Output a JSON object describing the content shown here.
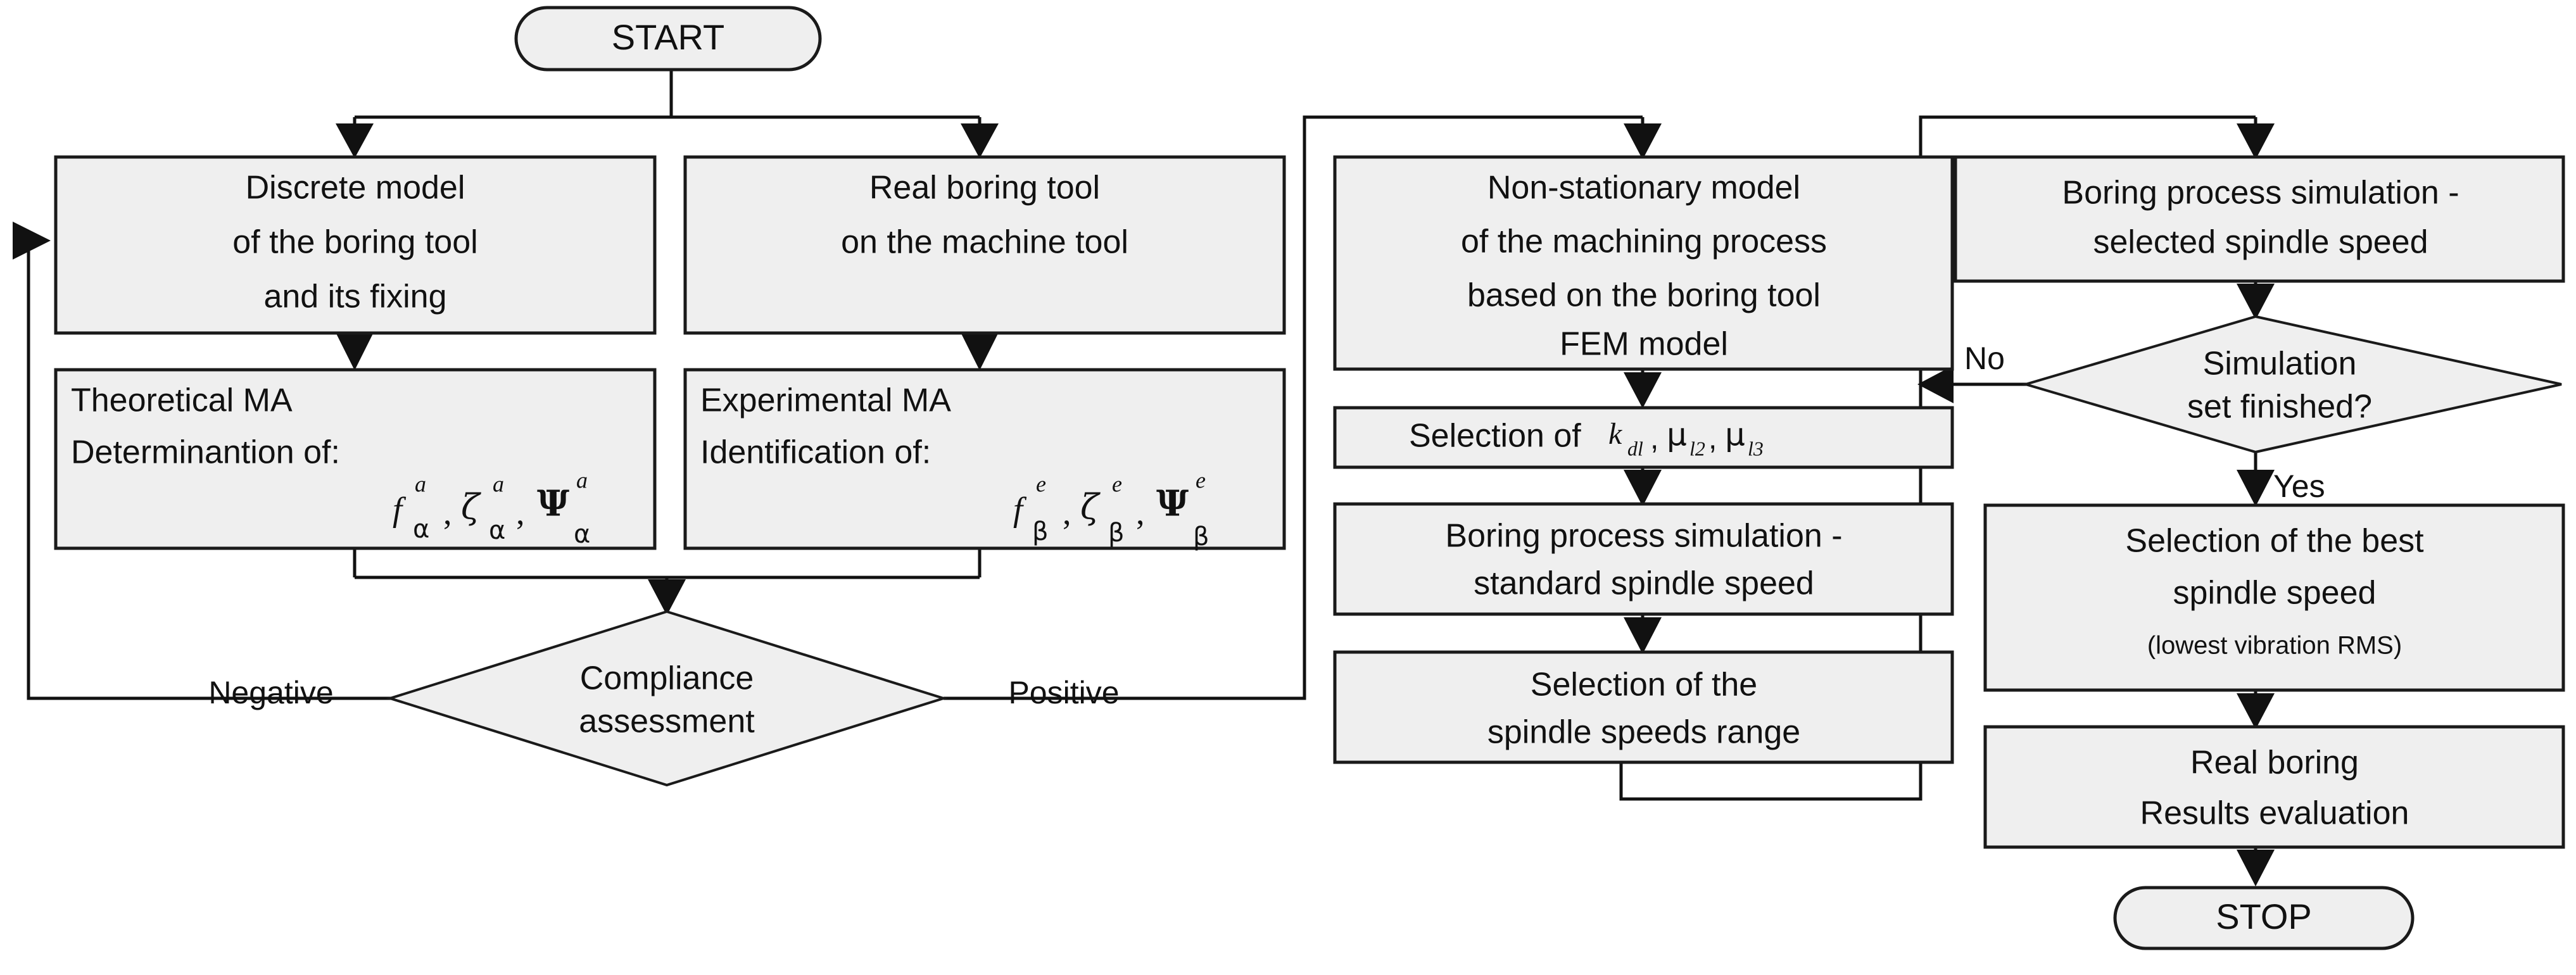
{
  "diagram": {
    "title": "Boring process optimization methodology flowchart",
    "colors": {
      "node_fill": "#efefef",
      "stroke": "#1a1a1a",
      "background": "#ffffff"
    },
    "terminals": {
      "start": "START",
      "stop": "STOP"
    },
    "nodes": {
      "discrete_model": {
        "line1": "Discrete model",
        "line2": "of the boring tool",
        "line3": "and its fixing"
      },
      "real_tool": {
        "line1": "Real boring tool",
        "line2": "on the machine tool"
      },
      "theoretical_ma": {
        "line1": "Theoretical MA",
        "line2": "Determinantion of:",
        "math": "fᵃα , ζᵃα, Ψᵃα",
        "symbols": [
          {
            "base": "f",
            "sup": "a",
            "sub": "α"
          },
          {
            "base": "ζ",
            "sup": "a",
            "sub": "α"
          },
          {
            "base": "Ψ",
            "sup": "a",
            "sub": "α"
          }
        ]
      },
      "experimental_ma": {
        "line1": "Experimental MA",
        "line2": "Identification of:",
        "math": "fᵉβ , ζᵉβ, Ψᵉβ",
        "symbols": [
          {
            "base": "f",
            "sup": "e",
            "sub": "β"
          },
          {
            "base": "ζ",
            "sup": "e",
            "sub": "β"
          },
          {
            "base": "Ψ",
            "sup": "e",
            "sub": "β"
          }
        ]
      },
      "compliance": {
        "line1": "Compliance",
        "line2": "assessment"
      },
      "non_stationary": {
        "line1": "Non-stationary model",
        "line2": "of the machining process",
        "line3": "based on the boring tool",
        "line4": "FEM model"
      },
      "selection_k": {
        "prefix": "Selection of",
        "symbols": [
          {
            "base": "k",
            "sub": "dl"
          },
          {
            "base": "μ",
            "sub": "l2"
          },
          {
            "base": "μ",
            "sub": "l3"
          }
        ]
      },
      "sim_standard": {
        "line1": "Boring process simulation -",
        "line2": "standard spindle speed"
      },
      "selection_range": {
        "line1": "Selection of the",
        "line2": "spindle speeds range"
      },
      "sim_selected": {
        "line1": "Boring process simulation -",
        "line2": "selected spindle speed"
      },
      "sim_finished": {
        "line1": "Simulation",
        "line2": "set finished?"
      },
      "best_speed": {
        "line1": "Selection of the best",
        "line2": "spindle speed",
        "line3": "(lowest vibration RMS)"
      },
      "real_boring": {
        "line1": "Real boring",
        "line2": "Results evaluation"
      }
    },
    "edge_labels": {
      "negative": "Negative",
      "positive": "Positive",
      "no": "No",
      "yes": "Yes"
    }
  }
}
